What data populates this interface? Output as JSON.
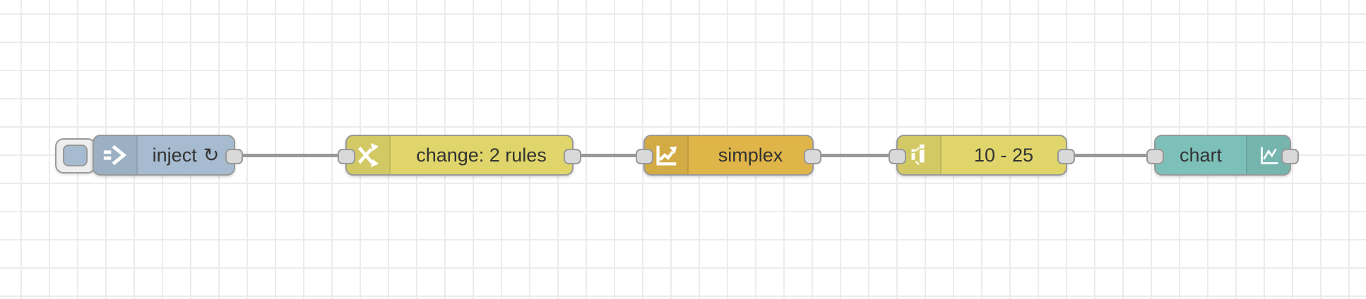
{
  "app": {
    "name": "flow-editor"
  },
  "canvas": {
    "background_color": "#ffffff",
    "grid_color": "#ececec",
    "wire_color": "#999999",
    "port_color": "#d9d9d9"
  },
  "nodes": [
    {
      "type": "inject",
      "label": "inject",
      "repeat_indicator": "↻",
      "color": "#a6bbcf",
      "icon": "inject-arrow-icon",
      "has_button": true,
      "inputs": 0,
      "outputs": 1
    },
    {
      "type": "change",
      "label": "change: 2 rules",
      "color": "#dfd56a",
      "icon": "shuffle-icon",
      "has_button": false,
      "inputs": 1,
      "outputs": 1
    },
    {
      "type": "simplex",
      "label": "simplex",
      "color": "#dfb549",
      "icon": "trend-chart-icon",
      "has_button": false,
      "inputs": 1,
      "outputs": 1
    },
    {
      "type": "range",
      "label": "10 - 25",
      "color": "#dfd56a",
      "icon": "scale-range-icon",
      "has_button": false,
      "inputs": 1,
      "outputs": 1
    },
    {
      "type": "chart",
      "label": "chart",
      "color": "#7cc0b9",
      "icon": "line-chart-icon",
      "has_button": false,
      "inputs": 1,
      "outputs": 1
    }
  ],
  "wires": [
    {
      "from": "inject",
      "to": "change"
    },
    {
      "from": "change",
      "to": "simplex"
    },
    {
      "from": "simplex",
      "to": "range"
    },
    {
      "from": "range",
      "to": "chart"
    }
  ]
}
